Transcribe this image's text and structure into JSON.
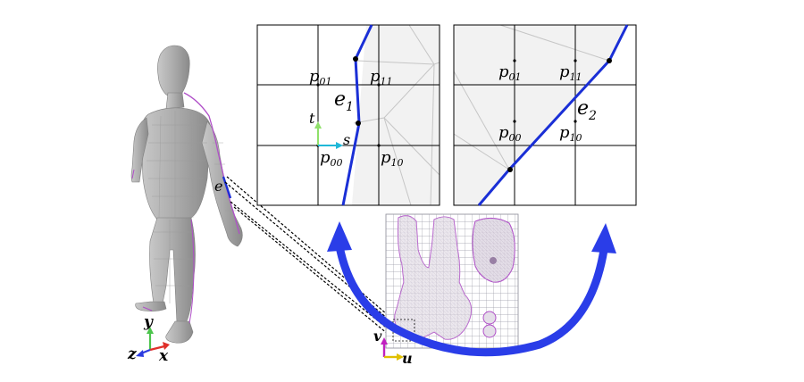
{
  "human_model": {
    "edge_label": "e",
    "axes": {
      "y": "y",
      "z": "z",
      "x": "x"
    }
  },
  "uv_map": {
    "axes": {
      "v": "v",
      "u": "u"
    }
  },
  "left_panel": {
    "p01": {
      "base": "p",
      "sub": "01"
    },
    "p11": {
      "base": "p",
      "sub": "11"
    },
    "p00": {
      "base": "p",
      "sub": "00"
    },
    "p10": {
      "base": "p",
      "sub": "10"
    },
    "edge": {
      "base": "e",
      "sub": "1"
    },
    "axis_t": "t",
    "axis_s": "s"
  },
  "right_panel": {
    "p01": {
      "base": "p",
      "sub": "01"
    },
    "p11": {
      "base": "p",
      "sub": "11"
    },
    "p00": {
      "base": "p",
      "sub": "00"
    },
    "p10": {
      "base": "p",
      "sub": "10"
    },
    "edge": {
      "base": "e",
      "sub": "2"
    }
  },
  "colors": {
    "edge_blue": "#1a2fd6",
    "arrow_blue": "#2a3de8",
    "outline_purple": "#b04fc8",
    "axis_green": "#4cc44c",
    "axis_red": "#e0302a",
    "axis_blue": "#2c3ce0",
    "axis_magenta": "#c020c0",
    "axis_yellow": "#e0c000",
    "axis_cyan": "#20b8d8",
    "axis_lightgreen": "#8fe06a"
  }
}
